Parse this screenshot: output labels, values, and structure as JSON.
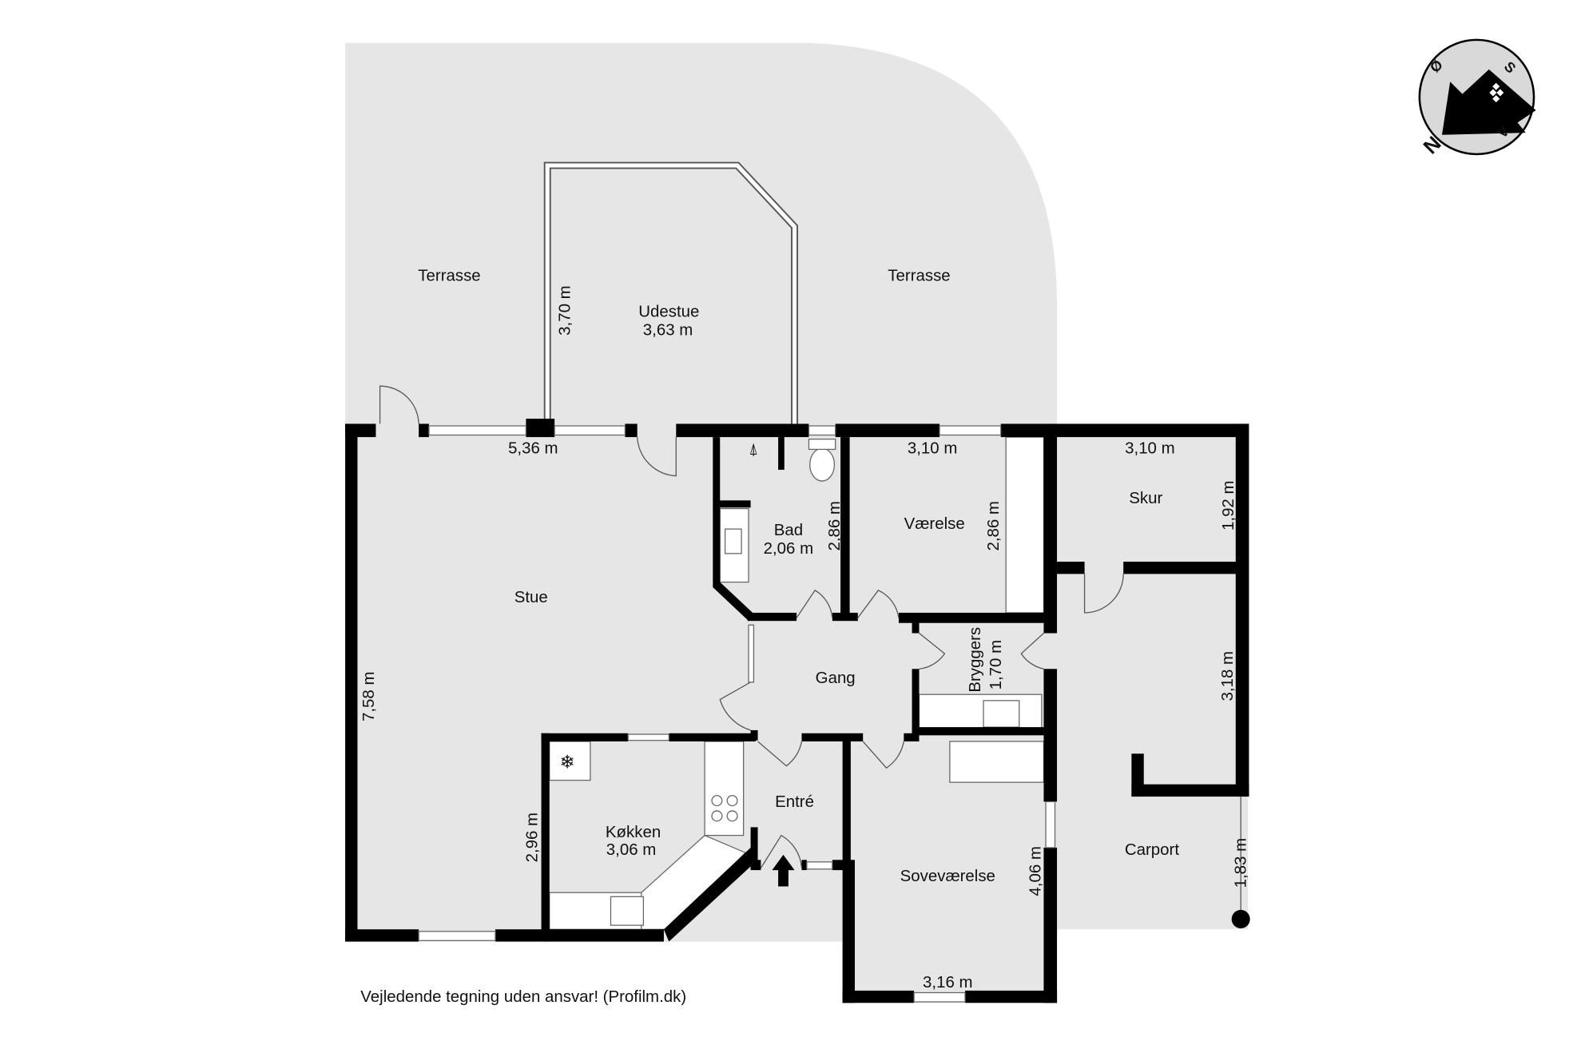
{
  "rooms": {
    "terrasse_left": {
      "name": "Terrasse"
    },
    "terrasse_right": {
      "name": "Terrasse"
    },
    "udestue": {
      "name": "Udestue",
      "width": "3,63 m",
      "depth": "3,70 m"
    },
    "stue": {
      "name": "Stue",
      "width": "5,36 m",
      "depth": "7,58 m"
    },
    "bad": {
      "name": "Bad",
      "width": "2,06 m",
      "depth": "2,86 m"
    },
    "vaerelse": {
      "name": "Værelse",
      "width": "3,10 m",
      "depth": "2,86 m"
    },
    "skur": {
      "name": "Skur",
      "width": "3,10 m",
      "depth": "1,92 m"
    },
    "gang": {
      "name": "Gang"
    },
    "bryggers": {
      "name": "Bryggers",
      "width": "1,70 m"
    },
    "koekken": {
      "name": "Køkken",
      "width": "3,06 m",
      "depth": "2,96 m"
    },
    "entre": {
      "name": "Entré"
    },
    "sovevaerelse": {
      "name": "Soveværelse",
      "width": "3,16 m",
      "depth": "4,06 m"
    },
    "carport": {
      "name": "Carport",
      "depth": "3,18 m",
      "post": "1,83 m"
    }
  },
  "compass": {
    "n": "N",
    "o": "Ø",
    "s": "S",
    "v": "V"
  },
  "disclaimer": "Vejledende tegning uden ansvar! (Profilm.dk)",
  "colors": {
    "floor": "#e6e6e6",
    "wall": "#000000"
  }
}
